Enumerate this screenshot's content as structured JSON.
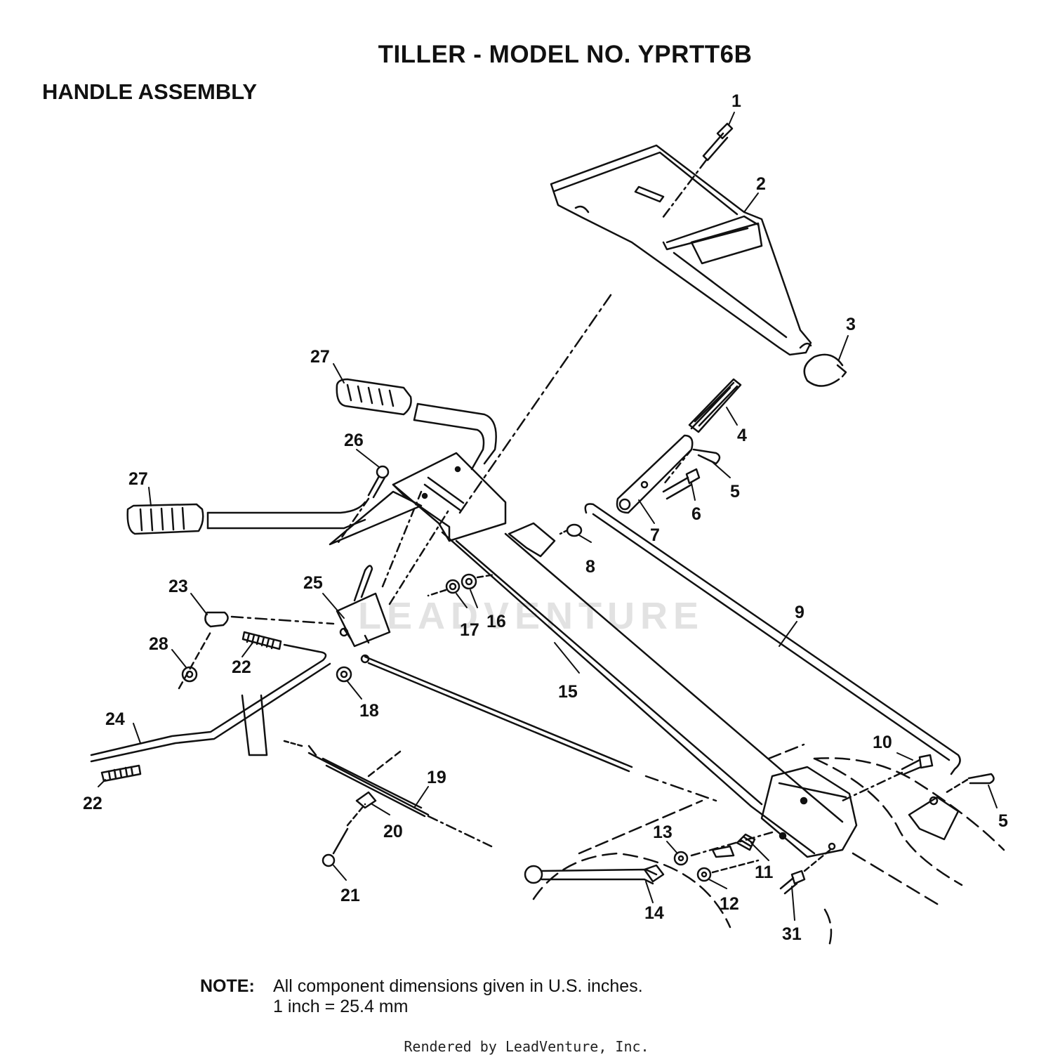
{
  "title": "TILLER - MODEL NO. YPRTT6B",
  "section_title": "HANDLE ASSEMBLY",
  "watermark": "LEADVENTURE",
  "callouts": [
    {
      "id": "c1",
      "label": "1"
    },
    {
      "id": "c2",
      "label": "2"
    },
    {
      "id": "c3",
      "label": "3"
    },
    {
      "id": "c4",
      "label": "4"
    },
    {
      "id": "c5a",
      "label": "5"
    },
    {
      "id": "c5b",
      "label": "5"
    },
    {
      "id": "c6",
      "label": "6"
    },
    {
      "id": "c7",
      "label": "7"
    },
    {
      "id": "c8",
      "label": "8"
    },
    {
      "id": "c9",
      "label": "9"
    },
    {
      "id": "c10",
      "label": "10"
    },
    {
      "id": "c11",
      "label": "11"
    },
    {
      "id": "c12",
      "label": "12"
    },
    {
      "id": "c13",
      "label": "13"
    },
    {
      "id": "c14",
      "label": "14"
    },
    {
      "id": "c15",
      "label": "15"
    },
    {
      "id": "c16",
      "label": "16"
    },
    {
      "id": "c17",
      "label": "17"
    },
    {
      "id": "c18",
      "label": "18"
    },
    {
      "id": "c19",
      "label": "19"
    },
    {
      "id": "c20",
      "label": "20"
    },
    {
      "id": "c21",
      "label": "21"
    },
    {
      "id": "c22a",
      "label": "22"
    },
    {
      "id": "c22b",
      "label": "22"
    },
    {
      "id": "c23",
      "label": "23"
    },
    {
      "id": "c24",
      "label": "24"
    },
    {
      "id": "c25",
      "label": "25"
    },
    {
      "id": "c26",
      "label": "26"
    },
    {
      "id": "c27a",
      "label": "27"
    },
    {
      "id": "c27b",
      "label": "27"
    },
    {
      "id": "c28",
      "label": "28"
    },
    {
      "id": "c31",
      "label": "31"
    }
  ],
  "note": {
    "label": "NOTE:",
    "line1": "All component dimensions given in U.S. inches.",
    "line2": "1 inch = 25.4 mm"
  },
  "footer": "Rendered by LeadVenture, Inc."
}
